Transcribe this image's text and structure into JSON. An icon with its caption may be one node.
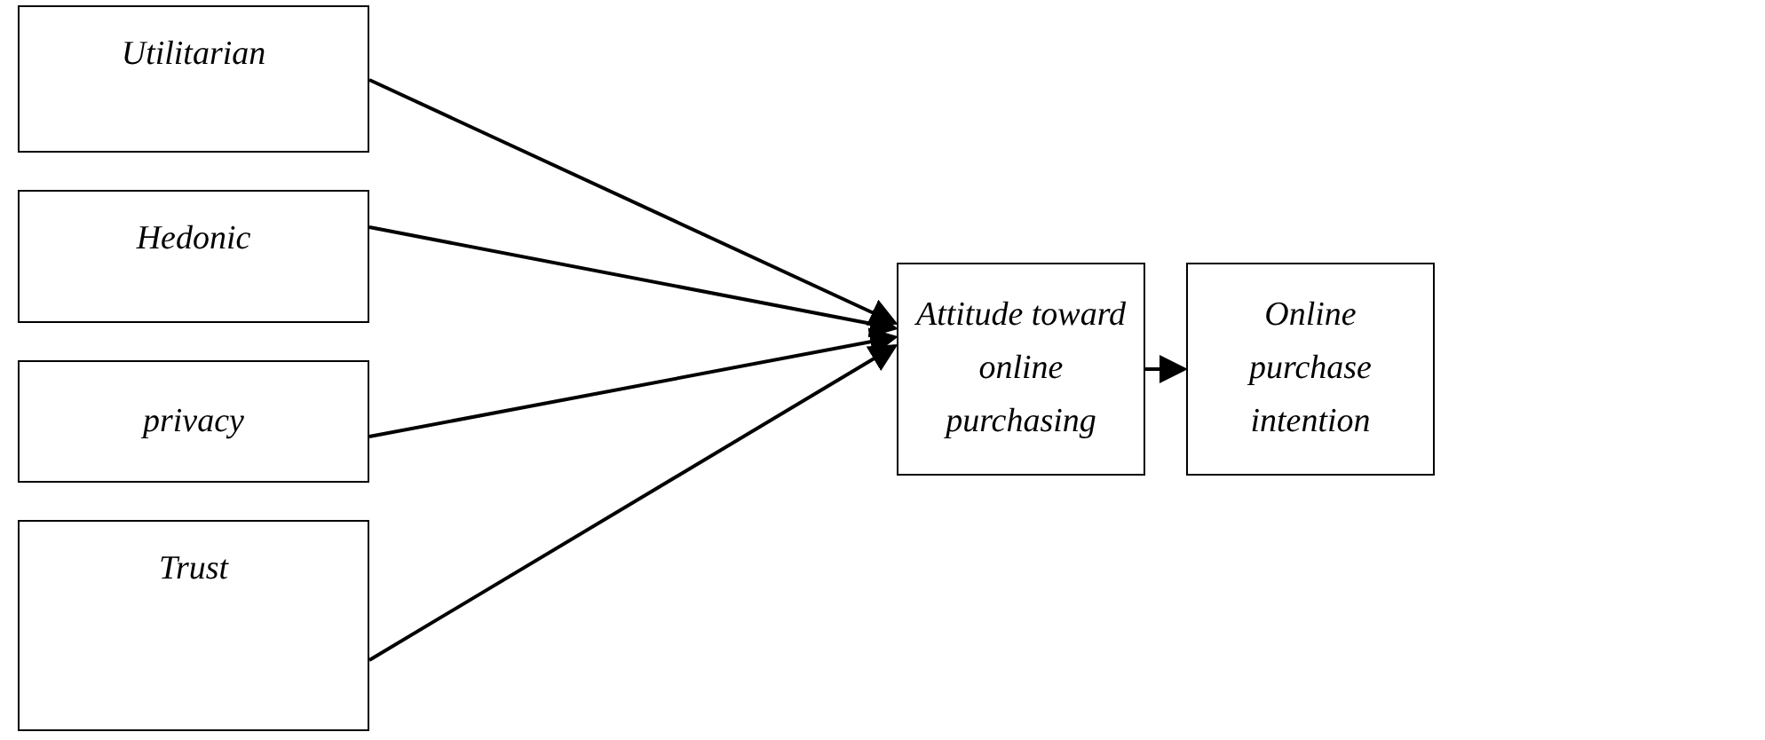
{
  "diagram": {
    "nodes": [
      {
        "text": [
          "Utilitarian"
        ]
      },
      {
        "text": [
          "Hedonic"
        ]
      },
      {
        "text": [
          "privacy"
        ]
      },
      {
        "text": [
          "Trust"
        ]
      },
      {
        "text": [
          "Attitude toward online purchasing"
        ]
      },
      {
        "text": [
          "Online purchase intention"
        ]
      }
    ],
    "edges": [
      {
        "from": 0,
        "to": 4,
        "arrow": "to"
      },
      {
        "from": 1,
        "to": 4,
        "arrow": "to"
      },
      {
        "from": 2,
        "to": 4,
        "arrow": "to"
      },
      {
        "from": 3,
        "to": 4,
        "arrow": "to"
      },
      {
        "from": 4,
        "to": 5,
        "arrow": "to"
      }
    ]
  }
}
